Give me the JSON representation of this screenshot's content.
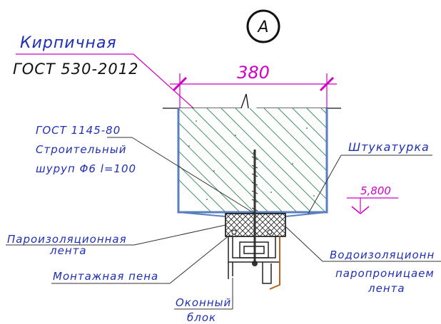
{
  "marker": {
    "letter": "A"
  },
  "title": {
    "material": "Кирпичная",
    "standard": "ГОСТ 530-2012"
  },
  "dimension": {
    "value": "380"
  },
  "screw": {
    "line1": "ГОСТ 1145-80",
    "line2": "Строительный",
    "line3": "шуруп Φ6 l=100"
  },
  "plaster": "Штукатурка",
  "elevation": {
    "value": "5,800"
  },
  "vapor_tape": {
    "line1": "Пароизоляционная",
    "line2": "лента"
  },
  "foam": "Монтажная пена",
  "window": {
    "line1": "Оконный",
    "line2": "блок"
  },
  "water_tape": {
    "line1": "Водоизоляционн",
    "line2": "паропроницаем",
    "line3": "лента"
  },
  "colors": {
    "label_blue": "#1f2fb4",
    "magenta": "#d100c6",
    "wall_outline": "#5a7fbf",
    "hatch": "#2e8b57",
    "frame_brown": "#b5651d",
    "leader_dark": "#333333"
  }
}
